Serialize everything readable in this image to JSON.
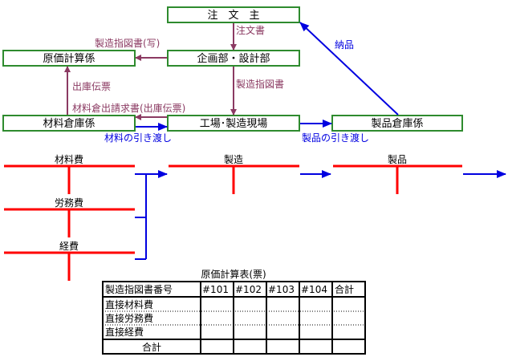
{
  "colors": {
    "box_border": "#2e8b2e",
    "doc_arrow": "#8b3a62",
    "goods_arrow": "#0000e0",
    "account_line": "#ff0000",
    "table_border": "#000000"
  },
  "boxes": {
    "customer": "注　文　主",
    "cost_accounting": "原価計算係",
    "planning_design": "企画部・設計部",
    "materials_warehouse": "材料倉庫係",
    "factory_site": "工場･製造現場",
    "product_warehouse": "製品倉庫係"
  },
  "flows": {
    "order_form": "注文書",
    "manufacturing_order_copy": "製造指図書(写)",
    "manufacturing_order": "製造指図書",
    "issue_slip": "出庫伝票",
    "material_request": "材料倉出請求書(出庫伝票)",
    "delivery": "納品",
    "material_handover": "材料の引き渡し",
    "product_handover": "製品の引き渡し"
  },
  "accounts": {
    "materials_cost": "材料費",
    "labor_cost": "労務費",
    "expenses": "経費",
    "manufacturing": "製造",
    "products": "製品"
  },
  "cost_sheet": {
    "title": "原価計算表(票)",
    "headers": [
      "製造指図書番号",
      "#101",
      "#102",
      "#103",
      "#104",
      "合計"
    ],
    "rows": [
      "直接材料費",
      "直接労務費",
      "直接経費"
    ],
    "total_label": "合計"
  }
}
